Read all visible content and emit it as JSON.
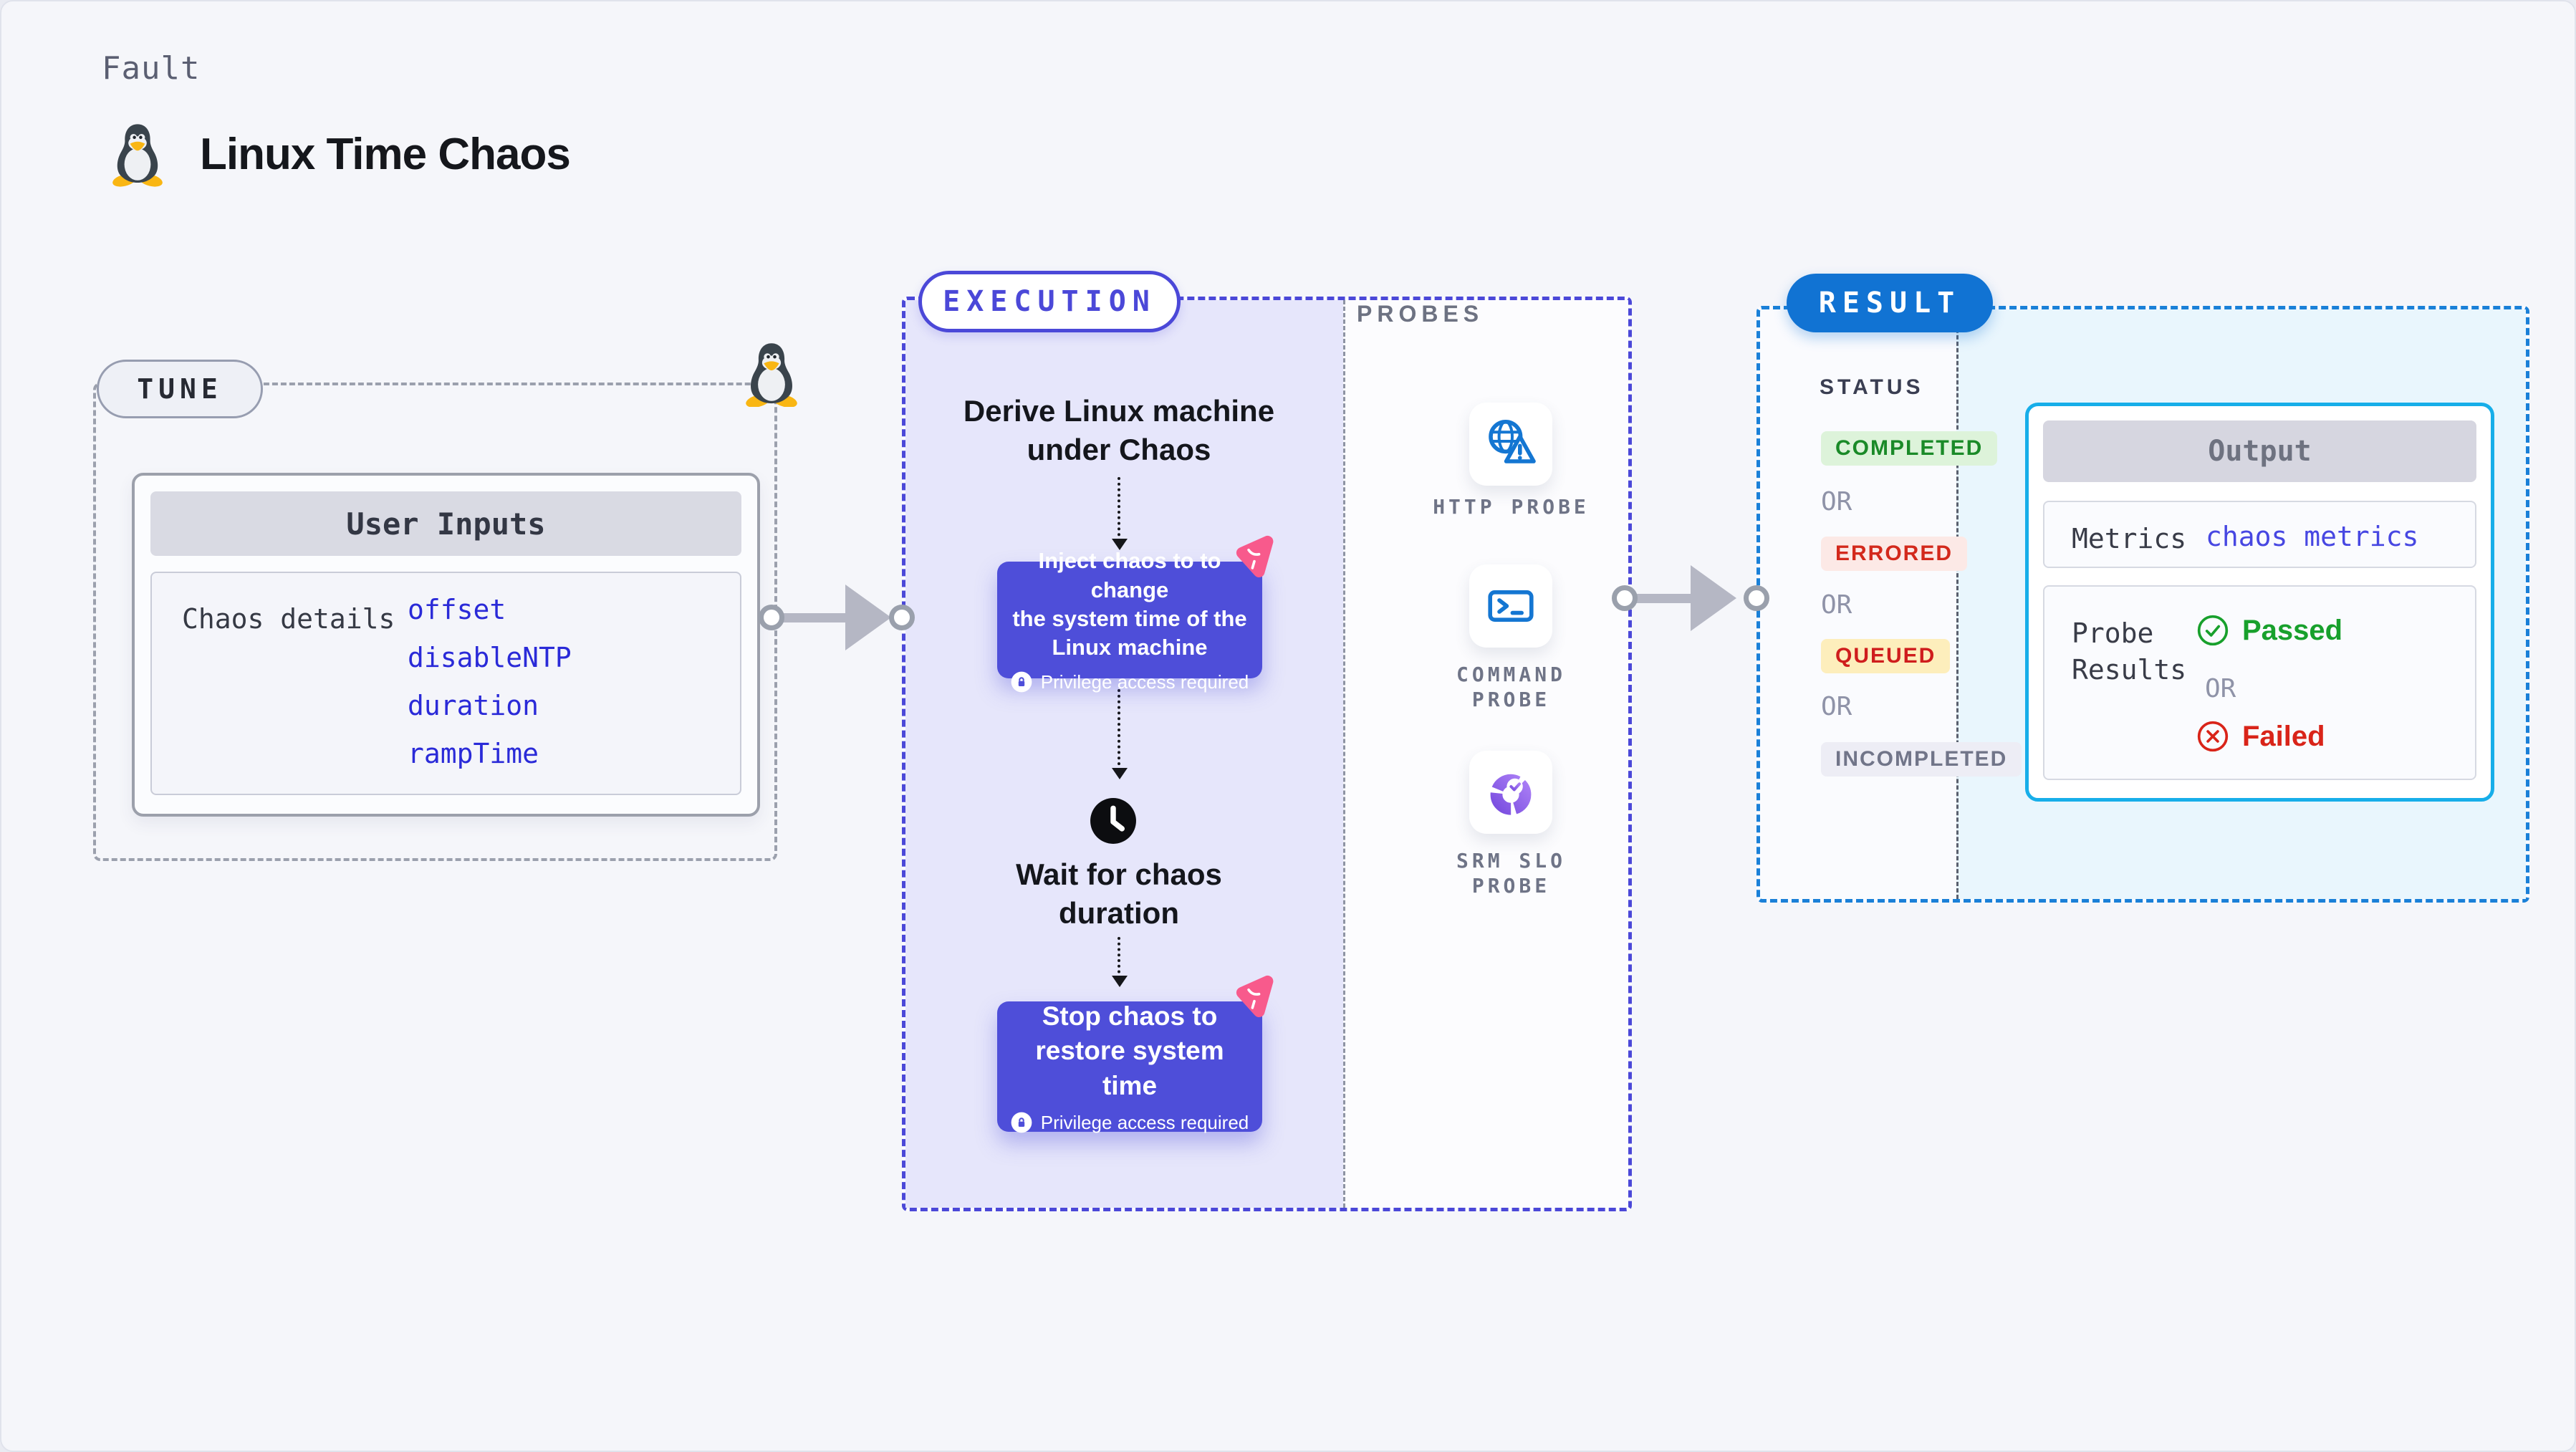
{
  "header": {
    "kicker": "Fault",
    "title": "Linux Time Chaos"
  },
  "tune": {
    "label": "TUNE",
    "card_title": "User Inputs",
    "row_label": "Chaos details",
    "values": [
      "offset",
      "disableNTP",
      "duration",
      "rampTime"
    ]
  },
  "execution": {
    "label": "EXECUTION",
    "derive_step": "Derive Linux machine\nunder Chaos",
    "inject_step": "Inject chaos to to change\nthe system time of the\nLinux machine",
    "inject_privilege": "Privilege access required",
    "wait_step": "Wait for chaos\nduration",
    "stop_step": "Stop chaos to\nrestore system time",
    "stop_privilege": "Privilege access required"
  },
  "probes": {
    "label": "PROBES",
    "items": [
      {
        "label": "HTTP PROBE",
        "icon": "globe-alert-icon"
      },
      {
        "label": "COMMAND\nPROBE",
        "icon": "terminal-icon"
      },
      {
        "label": "SRM SLO\nPROBE",
        "icon": "slo-donut-icon"
      }
    ]
  },
  "result": {
    "label": "RESULT",
    "status_label": "STATUS",
    "or": "OR",
    "statuses": [
      {
        "label": "COMPLETED",
        "fg": "#1a8a28",
        "bg": "#ddf3da"
      },
      {
        "label": "ERRORED",
        "fg": "#d3291c",
        "bg": "#fce9e6"
      },
      {
        "label": "QUEUED",
        "fg": "#cf1d1d",
        "bg": "#fdeebc"
      },
      {
        "label": "INCOMPLETED",
        "fg": "#717589",
        "bg": "#ededf5"
      }
    ],
    "output": {
      "title": "Output",
      "metrics_label": "Metrics",
      "metrics_value": "chaos metrics",
      "probe_results_label": "Probe\nResults",
      "passed": "Passed",
      "or": "OR",
      "failed": "Failed"
    }
  },
  "icons": [
    "tux-penguin-icon",
    "chaos-logo-icon",
    "lock-icon",
    "clock-icon",
    "globe-alert-icon",
    "terminal-icon",
    "slo-donut-icon",
    "check-circle-icon",
    "x-circle-icon",
    "flow-arrow-icon"
  ],
  "colors": {
    "page_bg": "#f5f6fa",
    "indigo": "#4b48d8",
    "exec_fill": "#e6e6fb",
    "step_purple": "#4e4ed9",
    "chaos_pink": "#f85a8c",
    "result_blue": "#1173d3",
    "result_dash": "#1a80d8",
    "output_fill": "#e9f6fd",
    "output_border": "#17aee9",
    "value_blue": "#2a2ad8",
    "link_indigo": "#4747e2",
    "green": "#1a8a28",
    "red": "#d3291c",
    "passed_green": "#18a02c",
    "failed_red": "#d92419",
    "probe_icon_blue": "#1476d2",
    "srm_purple": "#8a5cf0",
    "gray_dash": "#9ba0ad",
    "connector_gray": "#b5b7c4"
  }
}
